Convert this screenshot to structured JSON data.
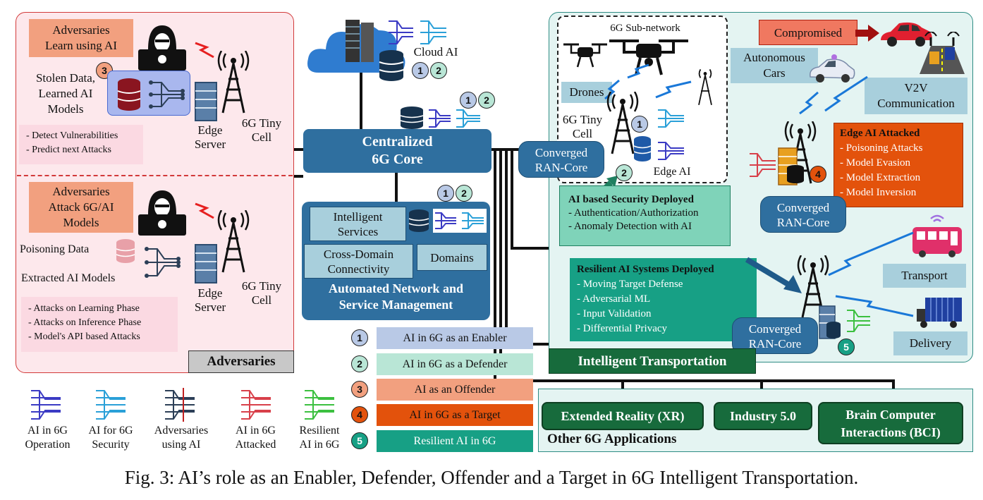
{
  "adversaries": {
    "top_label": "Adversaries\nLearn using AI",
    "stolen_label": "Stolen Data,\nLearned AI\nModels",
    "top_bullets": [
      "- Detect Vulnerabilities",
      "- Predict next Attacks"
    ],
    "attack_label": "Adversaries\nAttack 6G/AI\nModels",
    "poisoning": "Poisoning Data",
    "extracted": "Extracted AI Models",
    "bottom_bullets": [
      "- Attacks on Learning Phase",
      "- Attacks on Inference Phase",
      "- Model's API based Attacks"
    ],
    "edge_server": "Edge\nServer",
    "tiny_cell": "6G Tiny\nCell",
    "title": "Adversaries"
  },
  "core": {
    "cloud_ai": "Cloud AI",
    "centralized": "Centralized\n6G Core",
    "intelligent_services": "Intelligent\nServices",
    "cross_domain": "Cross-Domain\nConnectivity",
    "domains": "Domains",
    "automated": "Automated Network and\nService Management"
  },
  "transport": {
    "subnetwork": "6G Sub-network",
    "drones": "Drones",
    "tiny_cell": "6G Tiny\nCell",
    "edge_ai": "Edge AI",
    "converged": "Converged\nRAN-Core",
    "security_title": "AI based Security Deployed",
    "security_items": [
      "- Authentication/Authorization",
      "- Anomaly Detection with AI"
    ],
    "compromised": "Compromised",
    "autonomous": "Autonomous\nCars",
    "v2v": "V2V\nCommunication",
    "edge_attacked_title": "Edge AI Attacked",
    "edge_attacked_items": [
      "- Poisoning Attacks",
      "- Model Evasion",
      "- Model Extraction",
      "- Model Inversion"
    ],
    "resilient_title": "Resilient AI Systems Deployed",
    "resilient_items": [
      "- Moving Target Defense",
      "- Adversarial ML",
      "- Input Validation",
      "- Differential Privacy"
    ],
    "transport": "Transport",
    "delivery": "Delivery",
    "title": "Intelligent Transportation"
  },
  "legend": [
    {
      "num": "1",
      "text": "AI in 6G as an Enabler",
      "color": "#b9c9e6"
    },
    {
      "num": "2",
      "text": "AI in 6G as a Defender",
      "color": "#b9e6d6"
    },
    {
      "num": "3",
      "text": "AI as an Offender",
      "color": "#f2a07f"
    },
    {
      "num": "4",
      "text": "AI in 6G as a Target",
      "color": "#e3520c"
    },
    {
      "num": "5",
      "text": "Resilient AI in 6G",
      "color": "#17a085"
    }
  ],
  "icon_legend": [
    {
      "icon": "network-icon",
      "label": "AI in 6G\nOperation",
      "color": "#3b3bc4"
    },
    {
      "icon": "network-icon",
      "label": "AI for 6G\nSecurity",
      "color": "#2aa0d8"
    },
    {
      "icon": "network-icon",
      "label": "Adversaries\nusing AI",
      "color": "#2c3f57"
    },
    {
      "icon": "network-icon",
      "label": "AI in 6G\nAttacked",
      "color": "#d8404a"
    },
    {
      "icon": "network-icon",
      "label": "Resilient\nAI in 6G",
      "color": "#3cc040"
    }
  ],
  "apps": {
    "xr": "Extended Reality (XR)",
    "industry": "Industry 5.0",
    "bci": "Brain Computer\nInteractions (BCI)",
    "title": "Other 6G Applications"
  },
  "caption": "Fig. 3: AI’s role as an Enabler, Defender, Offender and a Target in 6G Intelligent Transportation."
}
